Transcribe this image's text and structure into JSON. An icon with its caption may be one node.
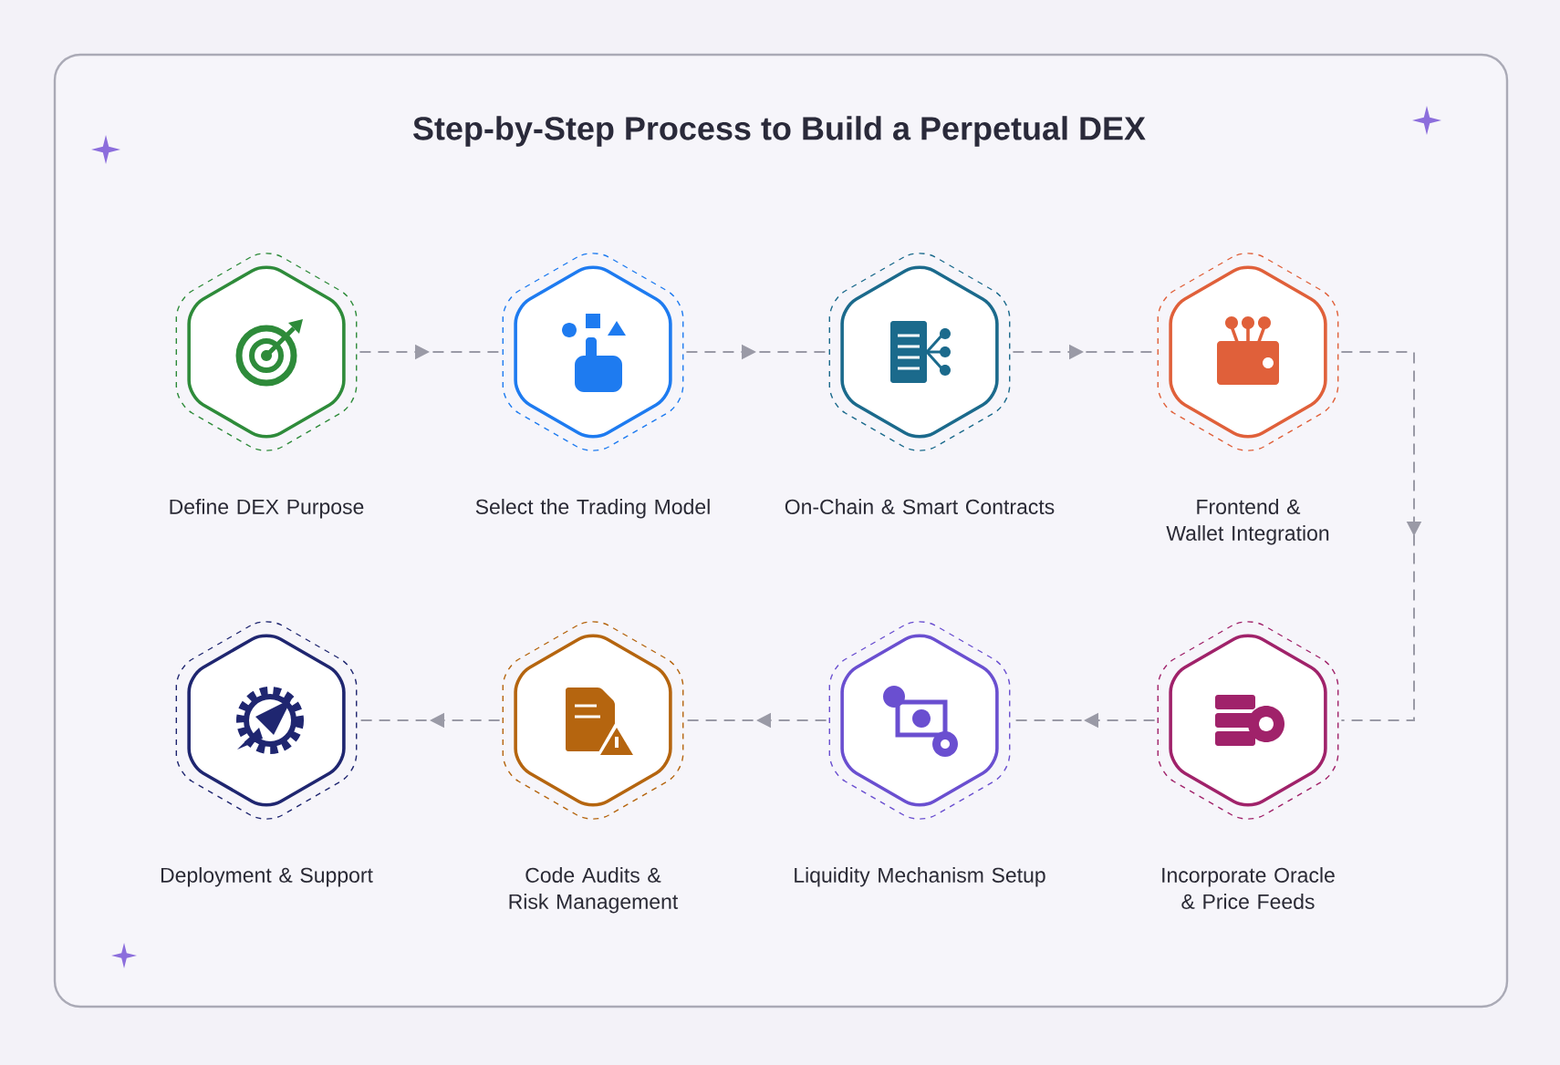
{
  "diagram": {
    "title": "Step-by-Step Process to Build a Perpetual DEX",
    "nodes": [
      {
        "text": [
          "Define DEX Purpose"
        ]
      },
      {
        "text": [
          "Select the Trading Model"
        ]
      },
      {
        "text": [
          "On-Chain & Smart Contracts"
        ]
      },
      {
        "text": [
          "Frontend & Wallet Integration"
        ]
      },
      {
        "text": [
          "Incorporate Oracle & Price Feeds"
        ]
      },
      {
        "text": [
          "Liquidity Mechanism Setup"
        ]
      },
      {
        "text": [
          "Code Audits & Risk Management"
        ]
      },
      {
        "text": [
          "Deployment & Support"
        ]
      }
    ],
    "edges": [
      {
        "from": 0,
        "to": 1,
        "arrow": "to"
      },
      {
        "from": 1,
        "to": 2,
        "arrow": "to"
      },
      {
        "from": 2,
        "to": 3,
        "arrow": "to"
      },
      {
        "from": 3,
        "to": 4,
        "arrow": "to"
      },
      {
        "from": 4,
        "to": 5,
        "arrow": "to"
      },
      {
        "from": 5,
        "to": 6,
        "arrow": "to"
      },
      {
        "from": 6,
        "to": 7,
        "arrow": "to"
      }
    ]
  }
}
